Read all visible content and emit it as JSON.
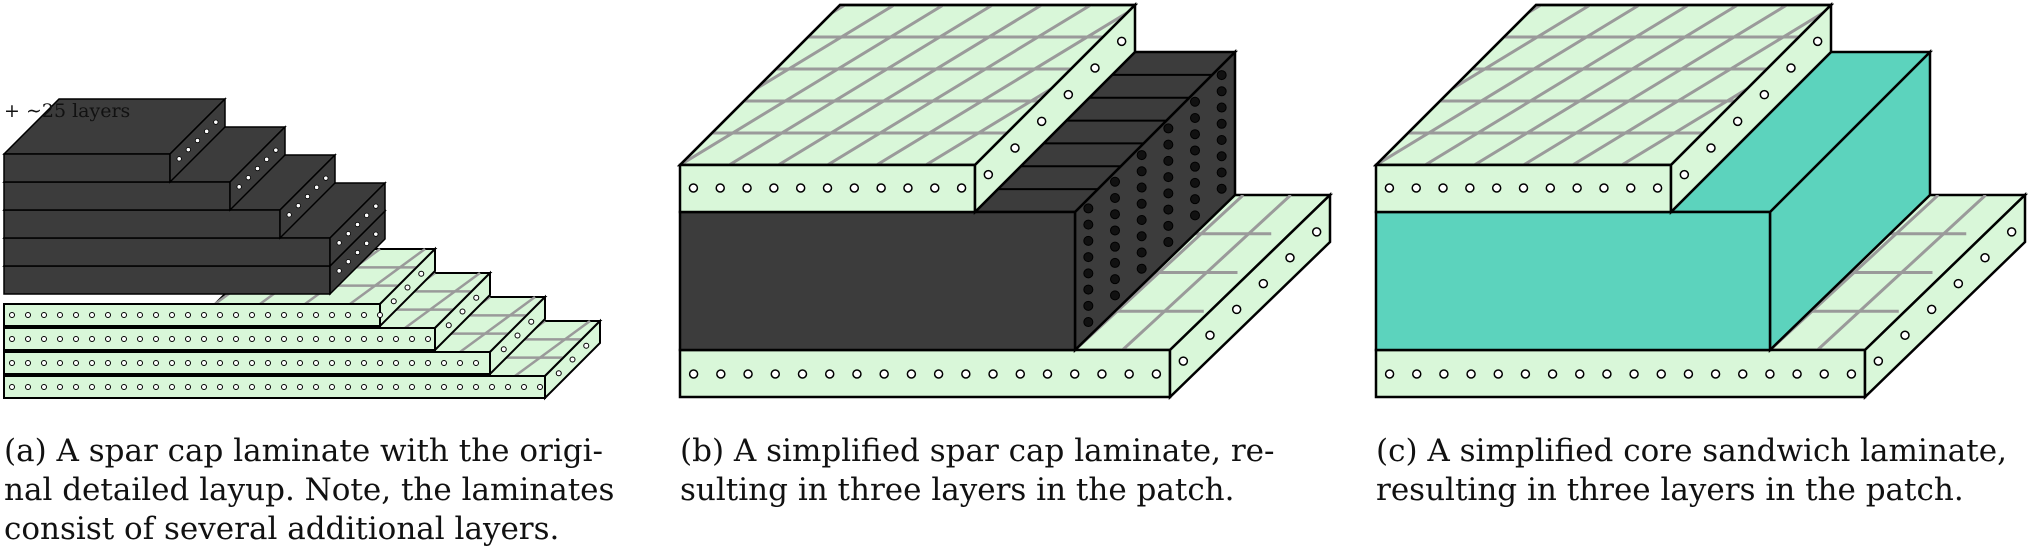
{
  "panels": {
    "a": {
      "annotation": "+ ∼25 layers",
      "caption_lines": [
        "(a) A spar cap laminate with the origi-",
        "nal detailed layup. Note, the laminates",
        "consist of several additional layers."
      ]
    },
    "b": {
      "caption_lines": [
        "(b) A simplified spar cap laminate, re-",
        "sulting in three layers in the patch."
      ]
    },
    "c": {
      "caption_lines": [
        "(c) A simplified core sandwich laminate,",
        "resulting in three layers in the patch."
      ]
    }
  },
  "colors": {
    "glass_fiber": "#d9f7d9",
    "carbon_spar": "#3c3c3c",
    "core": "#5cd3bd",
    "hatch": "#9a9a9a",
    "outline": "#000000"
  }
}
